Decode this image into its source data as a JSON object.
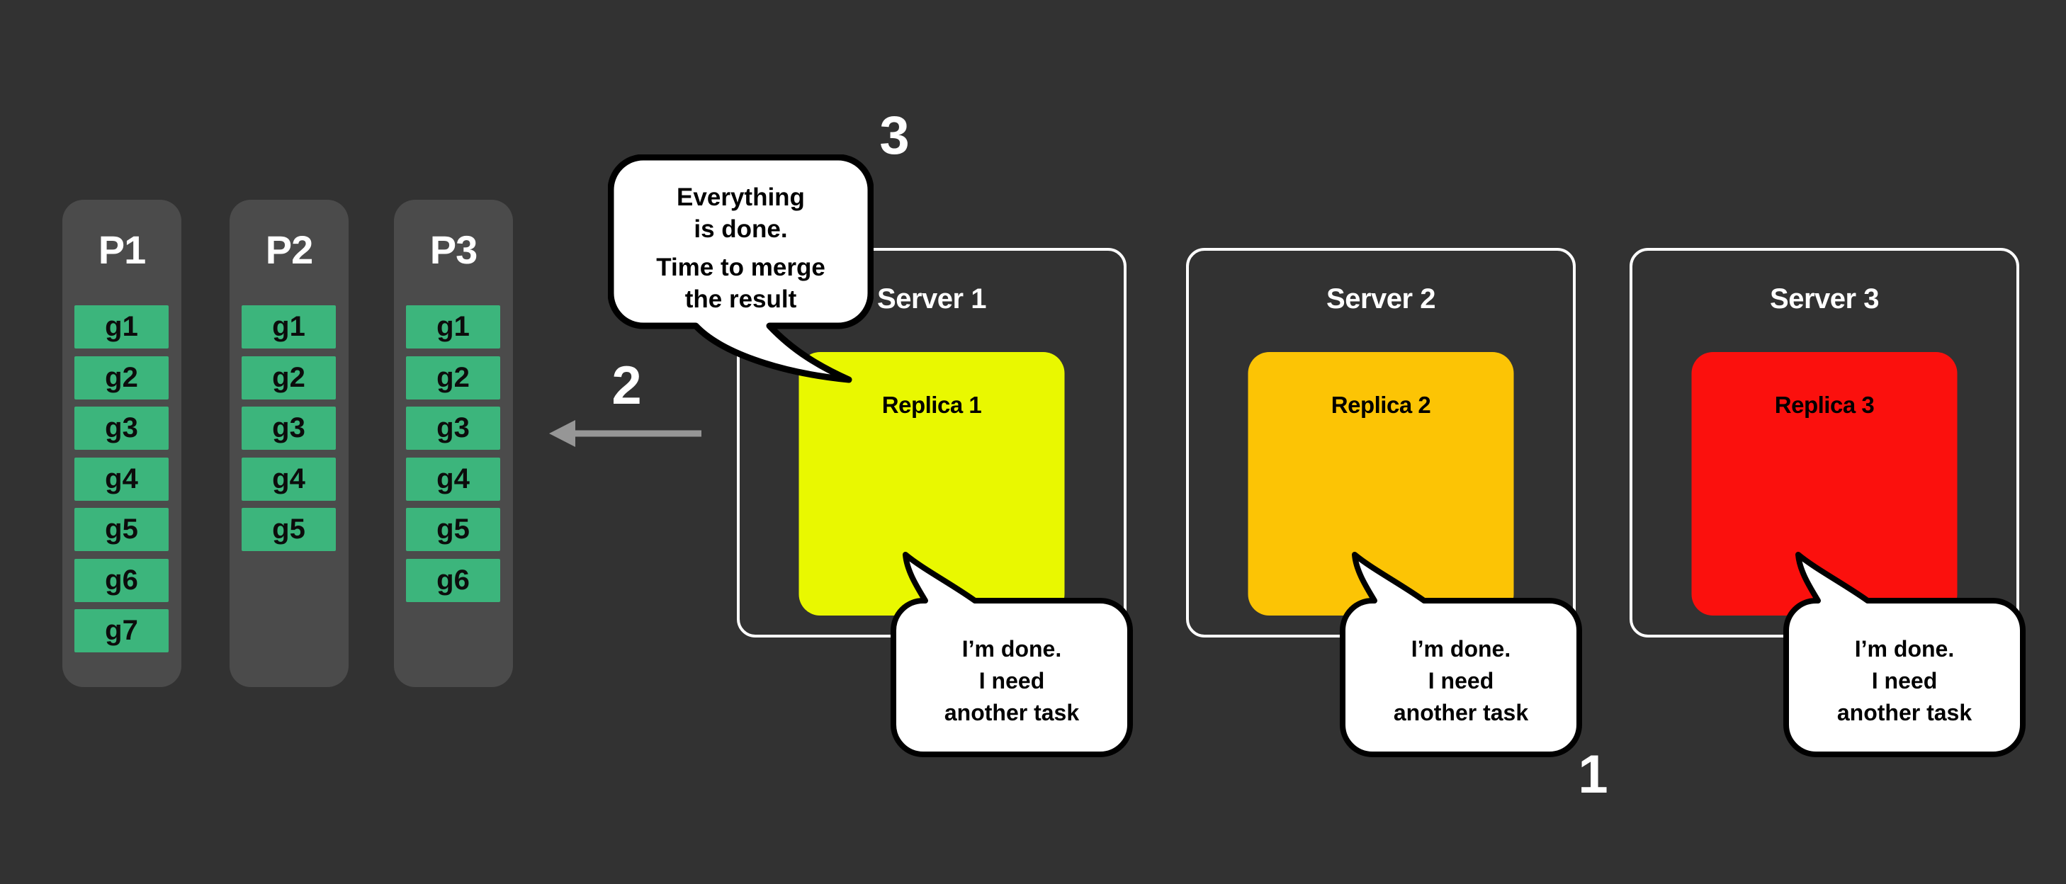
{
  "colors": {
    "background": "#323232",
    "partition_bg": "#4b4b4b",
    "cell_green": "#3cb57c",
    "arrow_gray": "#969696"
  },
  "partitions": [
    {
      "label": "P1",
      "cells": [
        "g1",
        "g2",
        "g3",
        "g4",
        "g5",
        "g6",
        "g7"
      ]
    },
    {
      "label": "P2",
      "cells": [
        "g1",
        "g2",
        "g3",
        "g4",
        "g5"
      ]
    },
    {
      "label": "P3",
      "cells": [
        "g1",
        "g2",
        "g3",
        "g4",
        "g5",
        "g6"
      ]
    }
  ],
  "servers": [
    {
      "label": "Server 1",
      "replica_label": "Replica 1",
      "replica_color": "#e9f800"
    },
    {
      "label": "Server 2",
      "replica_label": "Replica 2",
      "replica_color": "#fcc405"
    },
    {
      "label": "Server 3",
      "replica_label": "Replica 3",
      "replica_color": "#fb100d"
    }
  ],
  "bubbles": {
    "merge": {
      "lines": [
        "Everything",
        "is done.",
        "Time to merge",
        "the result"
      ]
    },
    "done": {
      "lines": [
        "I’m done.",
        "I need",
        "another task"
      ]
    }
  },
  "steps": {
    "done_request": "1",
    "merge_transfer": "2",
    "merge_decision": "3"
  }
}
